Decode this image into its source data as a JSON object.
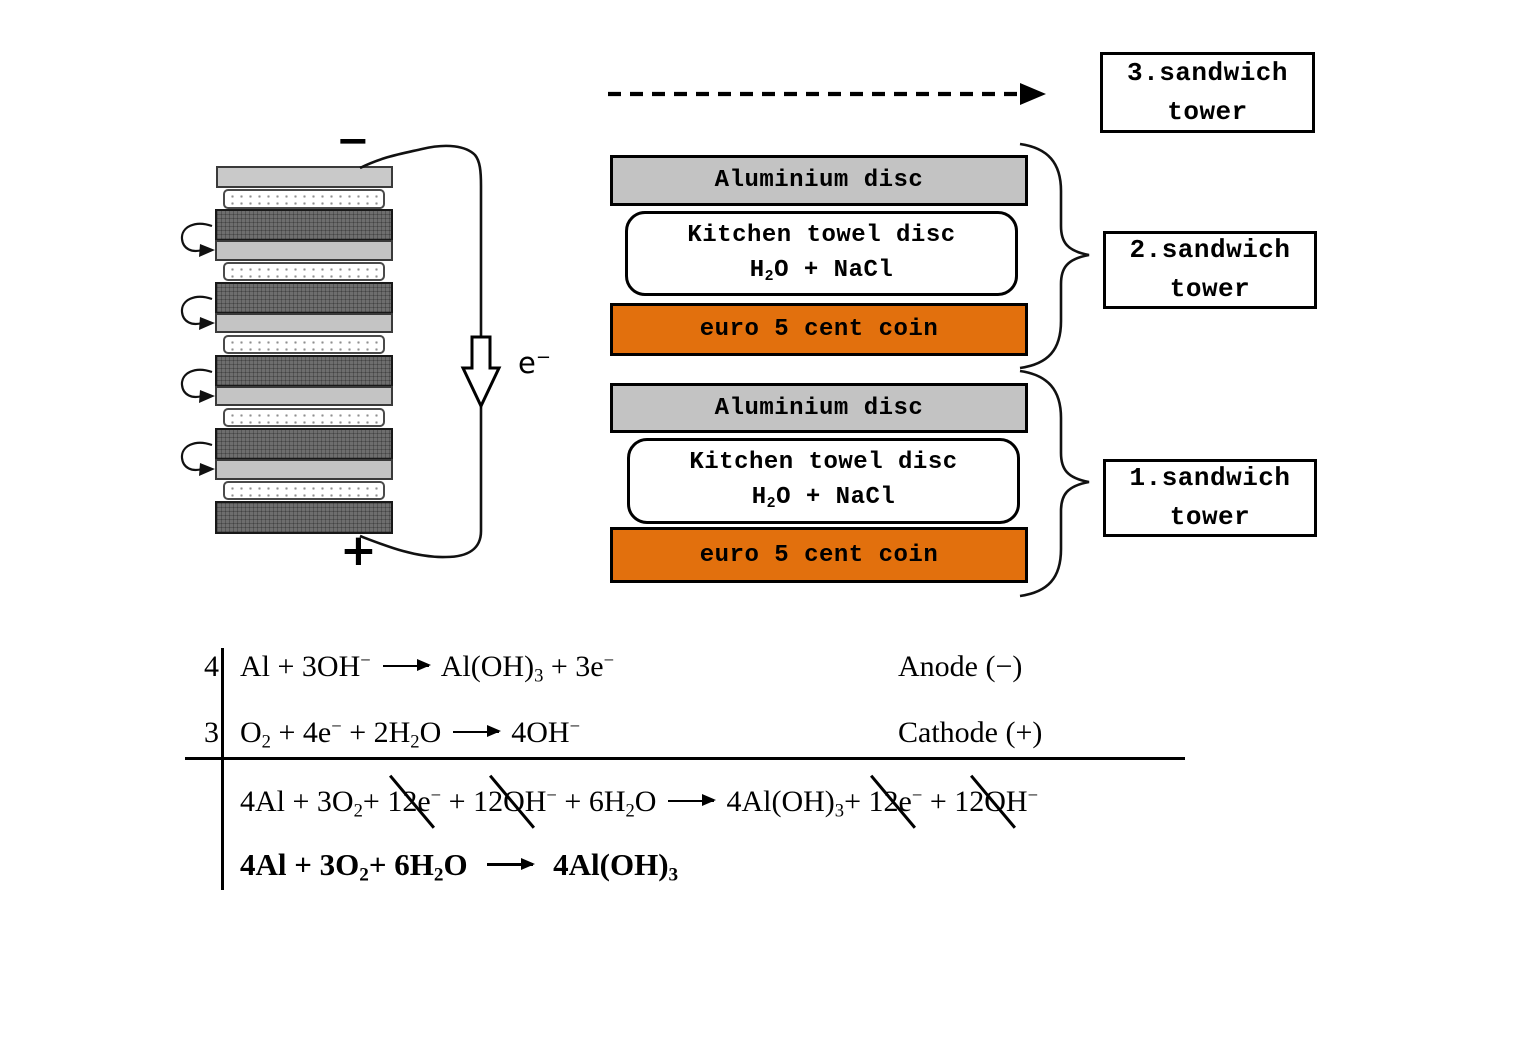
{
  "palette": {
    "coin_orange": "#e2700d",
    "aluminium_gray": "#c3c3c3",
    "pile_light_gray": "#c4c4c4",
    "pile_dark_gray": "#6e6e6e",
    "line_black": "#000000"
  },
  "pile": {
    "negative_terminal": "−",
    "positive_terminal": "+",
    "electron_label": [
      {
        "t": "e"
      },
      {
        "t": "−",
        "s": "sup"
      }
    ]
  },
  "labels": {
    "tower3": "3.sandwich\ntower",
    "tower2": "2.sandwich\ntower",
    "tower1": "1.sandwich\ntower"
  },
  "towers": {
    "stacks": [
      {
        "aluminium": "Aluminium disc",
        "towel_title": "Kitchen towel disc",
        "towel_sub": [
          {
            "t": "H"
          },
          {
            "t": "2",
            "s": "sub"
          },
          {
            "t": "O + NaCl"
          }
        ],
        "coin": "euro 5 cent coin"
      },
      {
        "aluminium": "Aluminium disc",
        "towel_title": "Kitchen towel disc",
        "towel_sub": [
          {
            "t": "H"
          },
          {
            "t": "2",
            "s": "sub"
          },
          {
            "t": "O + NaCl"
          }
        ],
        "coin": "euro 5 cent coin"
      }
    ]
  },
  "equations": {
    "rows": [
      {
        "coef": "4",
        "side": "Anode (−)",
        "seg": [
          {
            "t": "Al + 3OH"
          },
          {
            "t": "−",
            "s": "sup"
          },
          {
            "s": "arrow"
          },
          {
            "t": "Al(OH)"
          },
          {
            "t": "3",
            "s": "sub"
          },
          {
            "t": " + 3e"
          },
          {
            "t": "−",
            "s": "sup"
          }
        ]
      },
      {
        "coef": "3",
        "side": "Cathode (+)",
        "seg": [
          {
            "t": "O"
          },
          {
            "t": "2",
            "s": "sub"
          },
          {
            "t": " + 4e"
          },
          {
            "t": "−",
            "s": "sup"
          },
          {
            "t": " + 2H"
          },
          {
            "t": "2",
            "s": "sub"
          },
          {
            "t": "O"
          },
          {
            "s": "arrow"
          },
          {
            "t": "4OH"
          },
          {
            "t": "−",
            "s": "sup"
          }
        ]
      },
      {
        "coef": "",
        "side": "",
        "seg": [
          {
            "t": "4Al + 3O"
          },
          {
            "t": "2",
            "s": "sub"
          },
          {
            "t": "+ "
          },
          {
            "s": "struck",
            "seg": [
              {
                "t": "12e"
              },
              {
                "t": "−",
                "s": "sup"
              }
            ]
          },
          {
            "t": " + "
          },
          {
            "s": "struck",
            "seg": [
              {
                "t": "12OH"
              },
              {
                "t": "−",
                "s": "sup"
              }
            ]
          },
          {
            "t": " + 6H"
          },
          {
            "t": "2",
            "s": "sub"
          },
          {
            "t": "O"
          },
          {
            "s": "arrow"
          },
          {
            "t": "4Al(OH)"
          },
          {
            "t": "3",
            "s": "sub"
          },
          {
            "t": "+ "
          },
          {
            "s": "struck",
            "seg": [
              {
                "t": "12e"
              },
              {
                "t": "−",
                "s": "sup"
              }
            ]
          },
          {
            "t": " + "
          },
          {
            "s": "struck",
            "seg": [
              {
                "t": "12OH"
              },
              {
                "t": "−",
                "s": "sup"
              }
            ]
          }
        ]
      },
      {
        "coef": "",
        "side": "",
        "seg": [
          {
            "t": "4Al + 3O"
          },
          {
            "t": "2",
            "s": "sub"
          },
          {
            "t": "+ 6H"
          },
          {
            "t": "2",
            "s": "sub"
          },
          {
            "t": "O "
          },
          {
            "s": "arrow"
          },
          {
            "t": " 4Al(OH)"
          },
          {
            "t": "3",
            "s": "sub"
          }
        ]
      }
    ]
  }
}
